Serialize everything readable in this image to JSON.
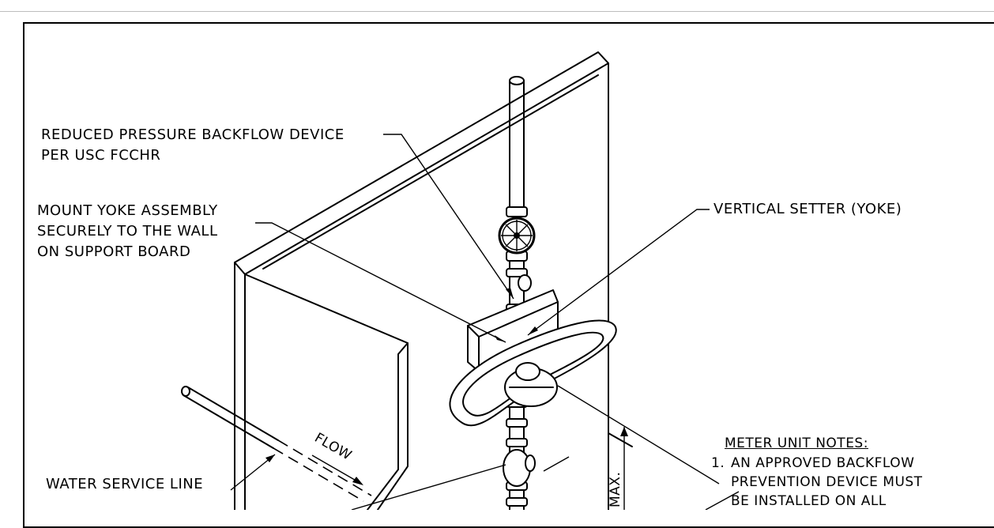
{
  "drawing": {
    "labels": {
      "backflow_device_line1": "REDUCED PRESSURE BACKFLOW DEVICE",
      "backflow_device_line2": "PER USC FCCHR",
      "mount_yoke_line1": "MOUNT YOKE ASSEMBLY",
      "mount_yoke_line2": "SECURELY TO THE WALL",
      "mount_yoke_line3": "ON SUPPORT BOARD",
      "vertical_setter": "VERTICAL SETTER (YOKE)",
      "water_service_line": "WATER SERVICE LINE",
      "flow": "FLOW",
      "dimension_max": "MAX."
    },
    "notes": {
      "heading": "METER UNIT NOTES:",
      "item1_number": "1.",
      "item1_line1": "AN  APPROVED BACKFLOW",
      "item1_line2": "PREVENTION DEVICE MUST",
      "item1_line3": "BE INSTALLED ON ALL"
    }
  }
}
